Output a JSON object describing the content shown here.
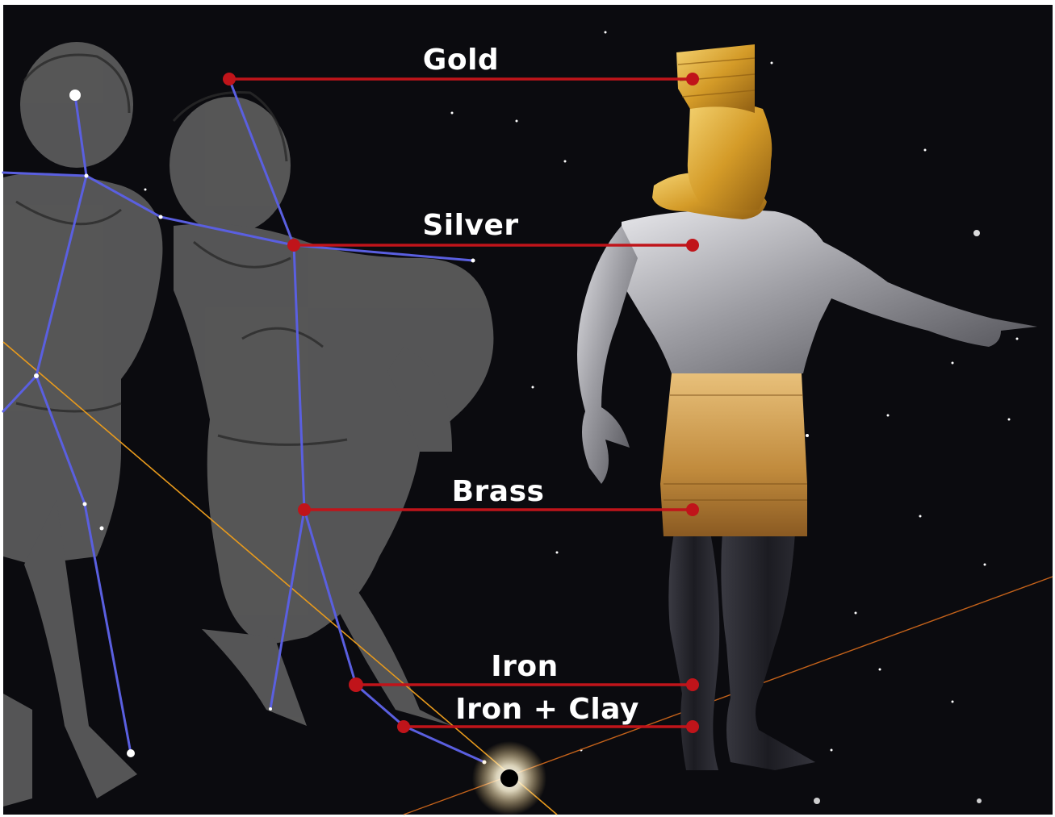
{
  "labels": {
    "gold": "Gold",
    "silver": "Silver",
    "brass": "Brass",
    "iron": "Iron",
    "iron_clay": "Iron + Clay"
  },
  "colors": {
    "background": "#0b0b0f",
    "connector": "#c0141a",
    "constellation": "#5a5fe0",
    "ecliptic": "#e89a1c",
    "gold": "#d8a431",
    "silver": "#a9a9ad",
    "brass": "#c89a4a",
    "iron": "#26262c",
    "figure": "#6a6a6a"
  }
}
